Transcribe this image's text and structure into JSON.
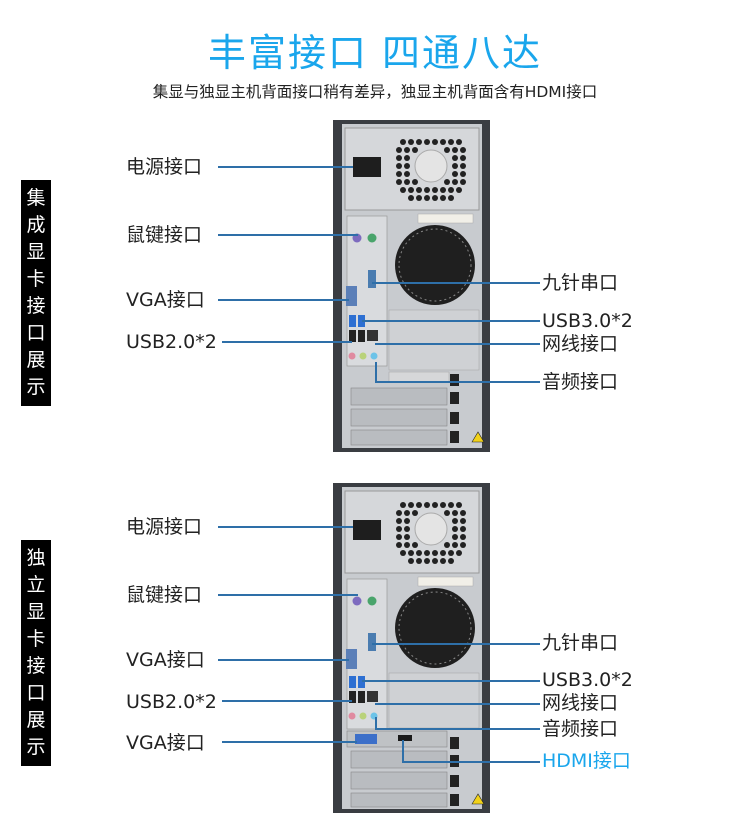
{
  "header": {
    "title": "丰富接口 四通八达",
    "subtitle": "集显与独显主机背面接口稍有差异，独显主机背面含有HDMI接口"
  },
  "sections": [
    {
      "tag": [
        "集",
        "成",
        "显",
        "卡",
        "接",
        "口",
        "展",
        "示"
      ],
      "left_labels": [
        "电源接口",
        "鼠键接口",
        "VGA接口",
        "USB2.0*2"
      ],
      "right_labels": [
        "九针串口",
        "USB3.0*2",
        "网线接口",
        "音频接口"
      ]
    },
    {
      "tag": [
        "独",
        "立",
        "显",
        "卡",
        "接",
        "口",
        "展",
        "示"
      ],
      "left_labels": [
        "电源接口",
        "鼠键接口",
        "VGA接口",
        "USB2.0*2",
        "VGA接口"
      ],
      "right_labels": [
        "九针串口",
        "USB3.0*2",
        "网线接口",
        "音频接口",
        "HDMI接口"
      ]
    }
  ],
  "colors": {
    "accent": "#1aa6ec",
    "line": "#2e6fa8",
    "tag_bg": "#000000"
  }
}
